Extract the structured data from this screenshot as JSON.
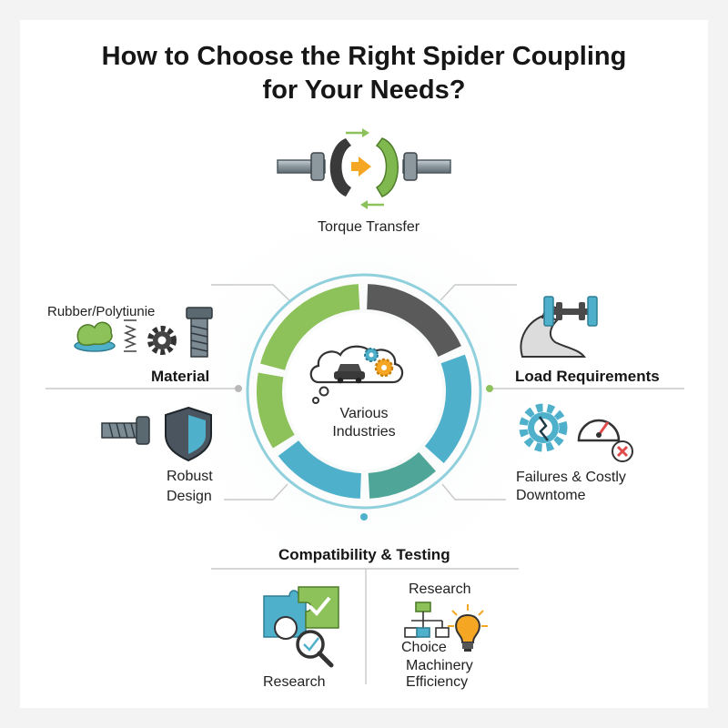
{
  "title": {
    "line1": "How to Choose the Right Spider Coupling",
    "line2": "for Your Needs?"
  },
  "top": {
    "label": "Torque Transfer",
    "icon": "coupling-icon"
  },
  "center": {
    "line1": "Various",
    "line2": "Industries",
    "icon": "thought-cloud-car-gears-icon"
  },
  "left": {
    "material_items": "Rubber/Polytiunie",
    "material_heading": "Material",
    "robust_line1": "Robust",
    "robust_line2": "Design"
  },
  "right": {
    "load_heading": "Load Requirements",
    "failures_line1": "Failures & Costly",
    "failures_line2": "Downtome"
  },
  "bottom": {
    "heading": "Compatibility & Testing",
    "research_left": "Research",
    "research_right": "Research",
    "choice": "Choice",
    "machinery": "Machinery",
    "efficiency": "Efficiency"
  },
  "colors": {
    "green": "#8dc15a",
    "dark_gray": "#5a5a5a",
    "blue": "#4fb0cc",
    "teal": "#4fa598",
    "orange": "#f5a623",
    "red": "#e04b4b",
    "steel": "#7c8a94"
  }
}
